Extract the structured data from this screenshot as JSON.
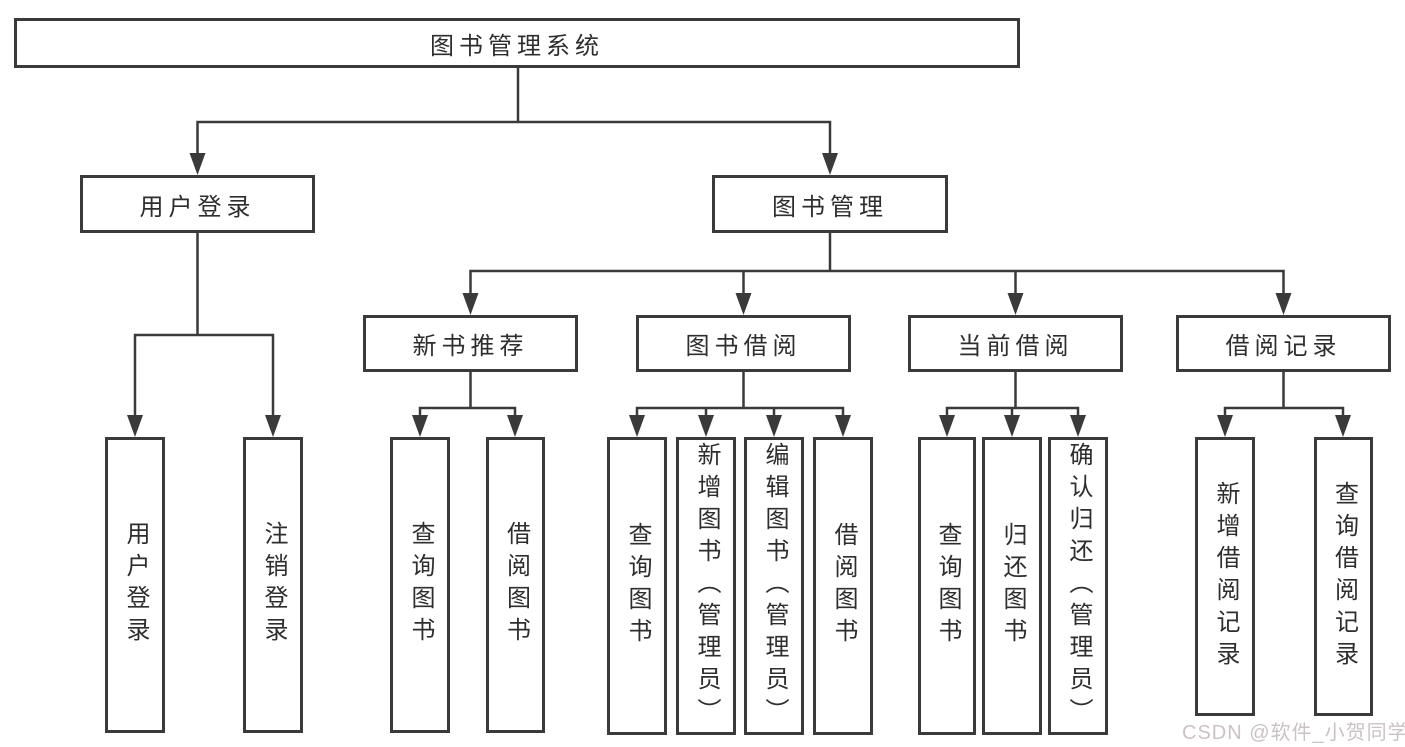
{
  "diagram_type": "hierarchy-tree",
  "tree": {
    "label": "图书管理系统",
    "children": [
      {
        "label": "用户登录",
        "children": [
          {
            "label": "用户登录"
          },
          {
            "label": "注销登录"
          }
        ]
      },
      {
        "label": "图书管理",
        "children": [
          {
            "label": "新书推荐",
            "children": [
              {
                "label": "查询图书"
              },
              {
                "label": "借阅图书"
              }
            ]
          },
          {
            "label": "图书借阅",
            "children": [
              {
                "label": "查询图书"
              },
              {
                "label": "新增图书（管理员）"
              },
              {
                "label": "编辑图书（管理员）"
              },
              {
                "label": "借阅图书"
              }
            ]
          },
          {
            "label": "当前借阅",
            "children": [
              {
                "label": "查询图书"
              },
              {
                "label": "归还图书"
              },
              {
                "label": "确认归还（管理员）"
              }
            ]
          },
          {
            "label": "借阅记录",
            "children": [
              {
                "label": "新增借阅记录"
              },
              {
                "label": "查询借阅记录"
              }
            ]
          }
        ]
      }
    ]
  },
  "watermark": {
    "text": "CSDN @软件_小贺同学"
  },
  "colors": {
    "border_color": "#3a3a3a",
    "line_color": "#3a3a3a",
    "text_color": "#2e2e2e",
    "bg_color": "#ffffff",
    "watermark_color": "#cbc3c3"
  }
}
